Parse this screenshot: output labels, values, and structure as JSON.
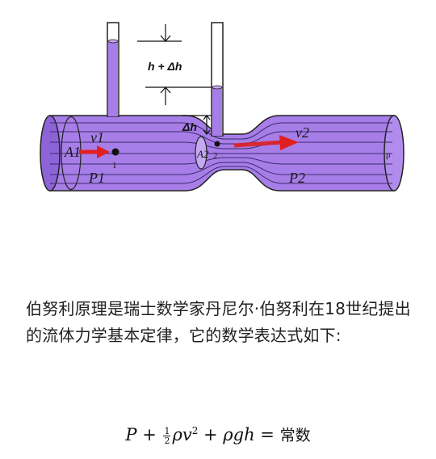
{
  "diagram": {
    "labels": {
      "height_top": "h + Δh",
      "height_delta": "Δh",
      "v1": "v1",
      "v2": "v2",
      "a1": "A1",
      "a2": "A2",
      "p1": "P1",
      "p2": "P2",
      "point1": "1",
      "point2": "2",
      "rho": "ρ"
    },
    "colors": {
      "fluid": "#a77ee8",
      "fluid_dark": "#7b52c9",
      "outline": "#222222",
      "arrow": "#e02020",
      "ellipse": "#c5a8f2"
    }
  },
  "text": {
    "paragraph": "伯努利原理是瑞士数学家丹尼尔·伯努利在18世纪提出的流体力学基本定律，它的数学表达式如下:"
  },
  "formula": {
    "p": "P",
    "plus1": " + ",
    "frac_num": "1",
    "frac_den": "2",
    "rho_v": "ρv",
    "sup": "2",
    "plus2": " + ",
    "rho_gh": "ρgh",
    "eq": " = ",
    "constant": "常数"
  }
}
